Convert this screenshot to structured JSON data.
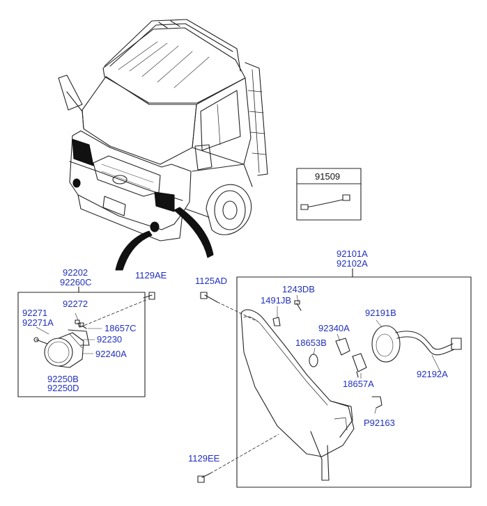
{
  "colors": {
    "label": "#1f2fbf",
    "line": "#222222",
    "fill_dark": "#111111"
  },
  "truck": {
    "label": "Truck front view"
  },
  "inset_box": {
    "part": "91509"
  },
  "fog_lamp_group": {
    "header_1": "92202",
    "header_2": "92260C",
    "parts": {
      "p92272": "92272",
      "p92271": "92271",
      "p92271a": "92271A",
      "p18657c": "18657C",
      "p92230": "92230",
      "p92240a": "92240A",
      "p92250b": "92250B",
      "p92250d": "92250D"
    }
  },
  "loose_parts": {
    "p1129ae": "1129AE",
    "p1125ad": "1125AD",
    "p1129ee": "1129EE"
  },
  "headlamp_group": {
    "header_1": "92101A",
    "header_2": "92102A",
    "parts": {
      "p1243db": "1243DB",
      "p1491jb": "1491JB",
      "p92191b": "92191B",
      "p92340a": "92340A",
      "p18653b": "18653B",
      "p18657a": "18657A",
      "p92192a": "92192A",
      "p92163": "P92163"
    }
  }
}
